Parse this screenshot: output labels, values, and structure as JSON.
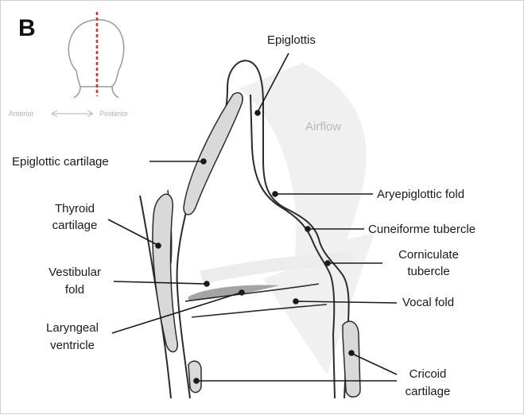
{
  "panel_label": "B",
  "orientation": {
    "anterior": "Anterior",
    "posterior": "Posterior"
  },
  "airflow": "Airflow",
  "labels": {
    "epiglottis": "Epiglottis",
    "epiglottic_cartilage": "Epiglottic cartilage",
    "aryepiglottic_fold": "Aryepiglottic fold",
    "thyroid_cartilage_1": "Thyroid",
    "thyroid_cartilage_2": "cartilage",
    "cuneiforme_tubercle": "Cuneiforme tubercle",
    "corniculate_tubercle_1": "Corniculate",
    "corniculate_tubercle_2": "tubercle",
    "vestibular_fold_1": "Vestibular",
    "vestibular_fold_2": "fold",
    "vocal_fold": "Vocal fold",
    "laryngeal_ventricle_1": "Laryngeal",
    "laryngeal_ventricle_2": "ventricle",
    "cricoid_cartilage_1": "Cricoid",
    "cricoid_cartilage_2": "cartilage"
  },
  "colors": {
    "outline": "#2b2b2b",
    "cartilage_fill": "#d9d9d9",
    "airflow": "#efefef",
    "midline": "#d6332a"
  }
}
